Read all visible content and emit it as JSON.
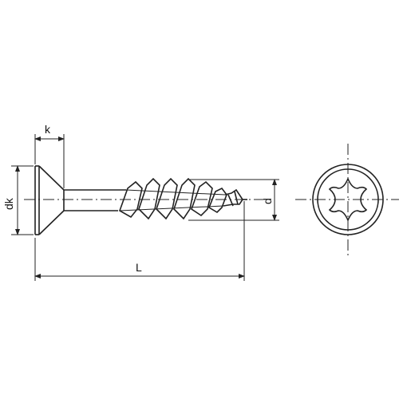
{
  "drawing": {
    "dimensions": {
      "head_height": "k",
      "head_diameter": "dk",
      "length": "L",
      "thread_diameter": "d"
    },
    "line_color": "#222222",
    "background": "#ffffff"
  }
}
